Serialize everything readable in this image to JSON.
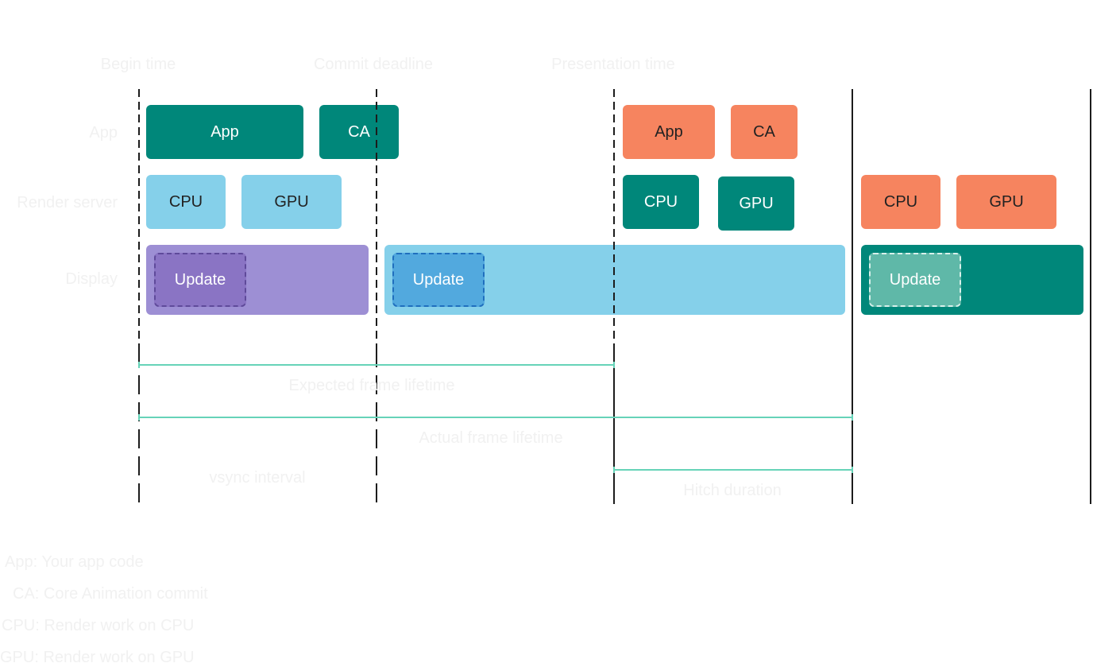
{
  "phase_labels": {
    "begin": "Begin time",
    "commit": "Commit deadline",
    "presentation": "Presentation time"
  },
  "row_labels": {
    "app": "App",
    "render_server": "Render server",
    "display": "Display"
  },
  "blocks": {
    "frame1_app": "App",
    "frame1_ca": "CA",
    "frame1_cpu": "CPU",
    "frame1_gpu": "GPU",
    "frame2_app": "App",
    "frame2_ca": "CA",
    "frame2_cpu": "CPU",
    "frame2_gpu": "GPU",
    "frame3_cpu": "CPU",
    "frame3_gpu": "GPU"
  },
  "display": {
    "update_1": "Update",
    "update_2": "Update",
    "update_3": "Update"
  },
  "spans": {
    "expected": "Expected frame lifetime",
    "actual": "Actual frame lifetime",
    "vsync": "vsync interval",
    "hitch": "Hitch duration"
  },
  "legend": {
    "app": "App: Your app code",
    "ca": "CA: Core Animation commit",
    "cpu": "CPU: Render work on CPU",
    "gpu": "GPU: Render work on GPU"
  },
  "colors": {
    "teal": "#00877a",
    "orange": "#f6845f",
    "sky": "#85d0ea",
    "purple": "#9d8fd4",
    "span_line": "#66d3b8"
  }
}
